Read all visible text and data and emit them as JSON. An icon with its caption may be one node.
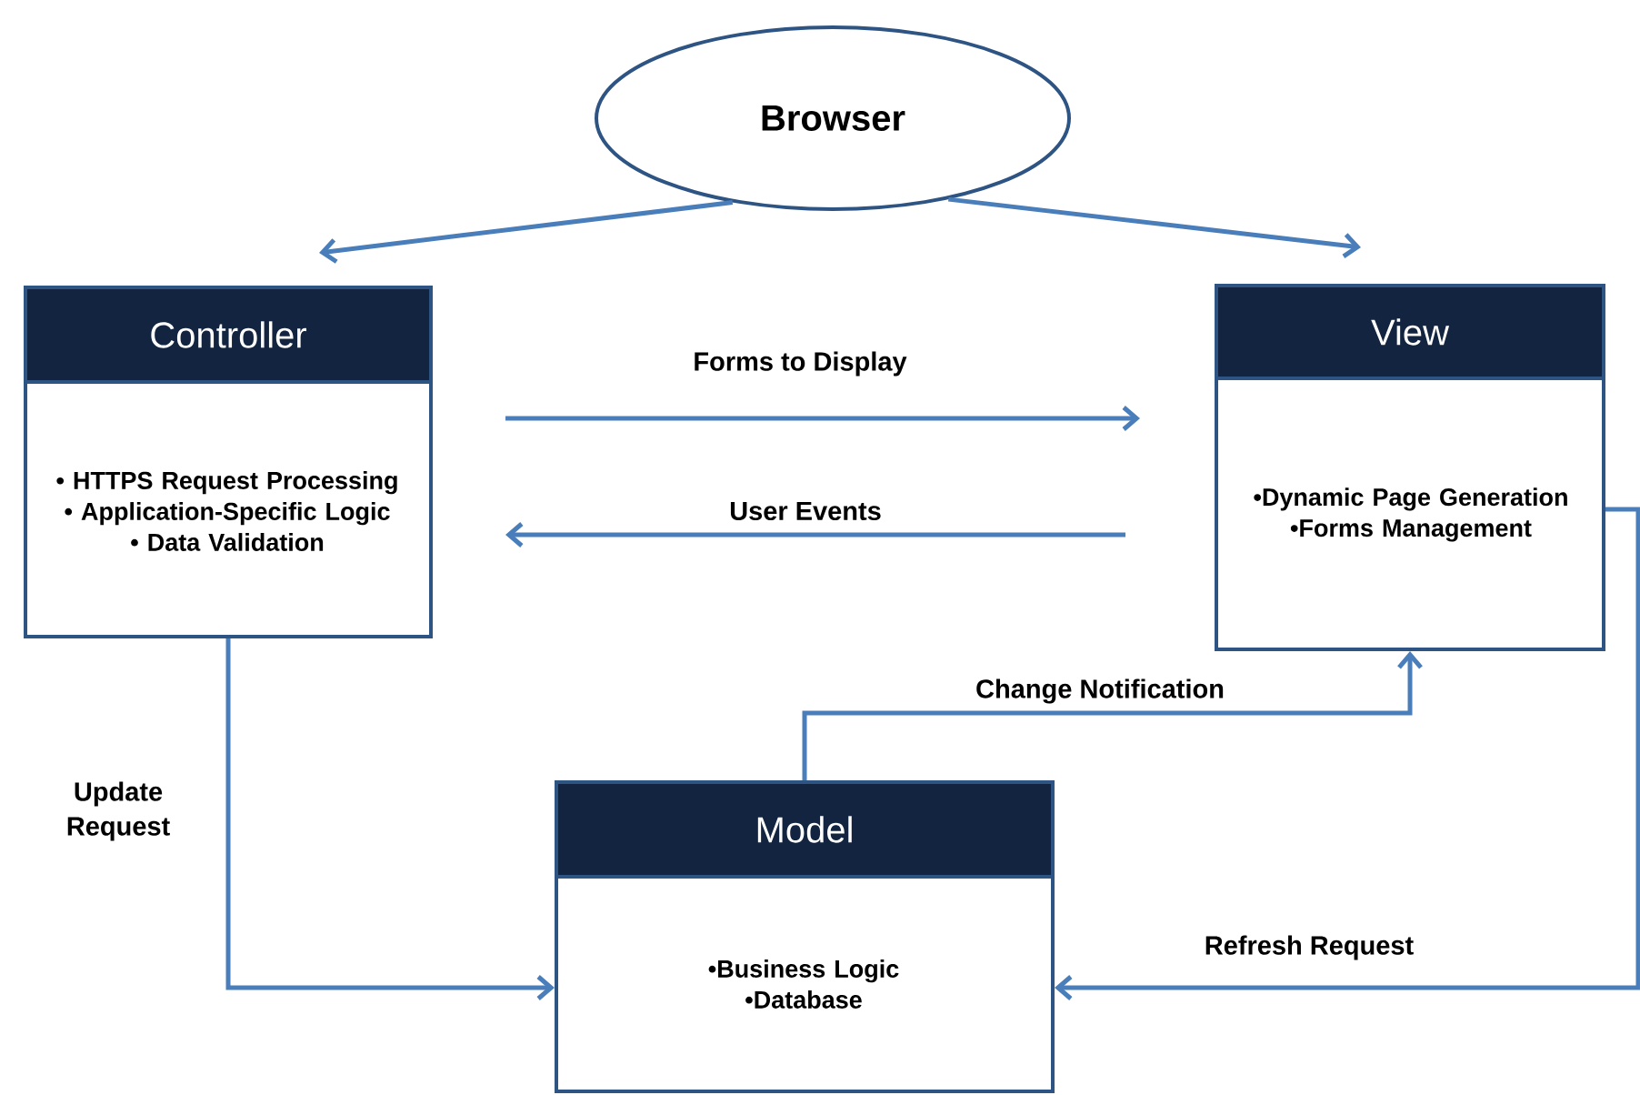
{
  "diagram": {
    "nodes": [
      {
        "text": [
          "Browser"
        ]
      },
      {
        "text": [
          "Controller",
          "• HTTPS Request Processing",
          "• Application-Specific Logic",
          "• Data Validation"
        ]
      },
      {
        "text": [
          "View",
          "•Dynamic Page Generation",
          "•Forms Management"
        ]
      },
      {
        "text": [
          "Model",
          "•Business Logic",
          "•Database"
        ]
      }
    ],
    "edges": [
      {
        "from": 0,
        "to": 1,
        "arrow": "to"
      },
      {
        "from": 0,
        "to": 2,
        "arrow": "to"
      },
      {
        "from": 1,
        "to": 2,
        "arrow": "to",
        "label": "Forms to Display"
      },
      {
        "from": 2,
        "to": 1,
        "arrow": "to",
        "label": "User Events"
      },
      {
        "from": 1,
        "to": 3,
        "arrow": "to",
        "label": "Update Request"
      },
      {
        "from": 3,
        "to": 2,
        "arrow": "to",
        "label": "Change Notification"
      },
      {
        "from": 2,
        "to": 3,
        "arrow": "to",
        "label": "Refresh Request"
      }
    ]
  }
}
